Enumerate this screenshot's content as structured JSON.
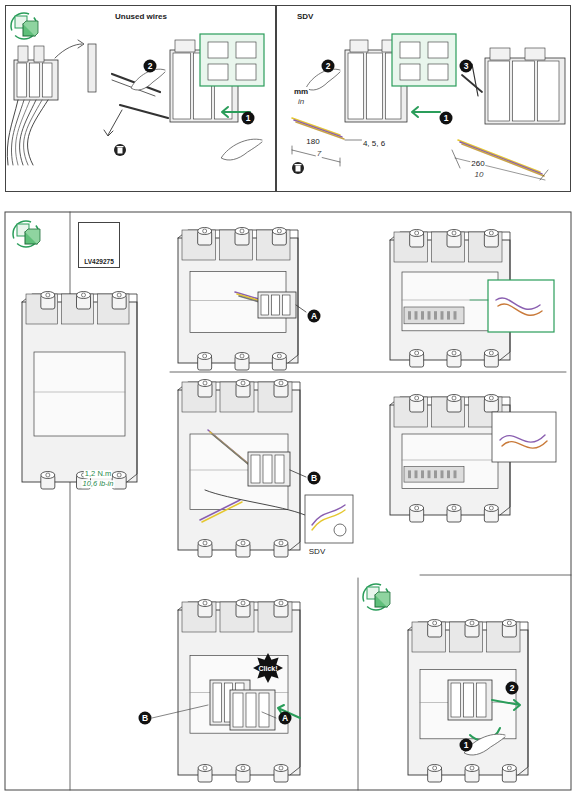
{
  "diagram": {
    "nodes": [
      {
        "text": [
          "Unused wires"
        ]
      },
      {
        "text": [
          "SDV"
        ]
      },
      {
        "text": [
          "LV429275"
        ]
      }
    ],
    "labels": [
      "2",
      "1",
      "mm",
      "in",
      "180",
      "7",
      "4, 5, 6",
      "2",
      "1",
      "3",
      "260",
      "10",
      "A",
      "1,2 N.m",
      "10,6 lb-in",
      "B",
      "SDV",
      "B",
      "A",
      "Click!",
      "2",
      "1"
    ]
  }
}
